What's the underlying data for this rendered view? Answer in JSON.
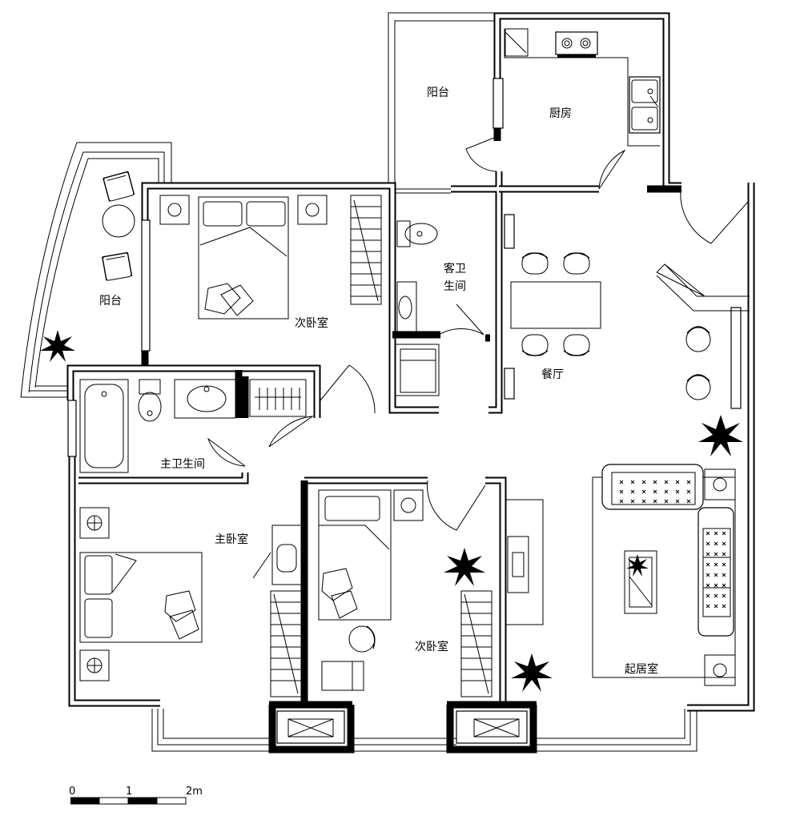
{
  "rooms": {
    "balcony_north": "阳台",
    "kitchen": "厨房",
    "balcony_west": "阳台",
    "guest_bath": "客卫\n生间",
    "guest_bath_line1": "客卫",
    "guest_bath_line2": "生间",
    "bedroom2_top": "次卧室",
    "dining": "餐厅",
    "master_bath": "主卫生间",
    "master_bedroom": "主卧室",
    "bedroom2_bottom": "次卧室",
    "living": "起居室"
  },
  "scale_bar": {
    "labels": [
      "0",
      "1",
      "2m"
    ]
  },
  "colors": {
    "wall": "#000000",
    "background": "#ffffff"
  }
}
